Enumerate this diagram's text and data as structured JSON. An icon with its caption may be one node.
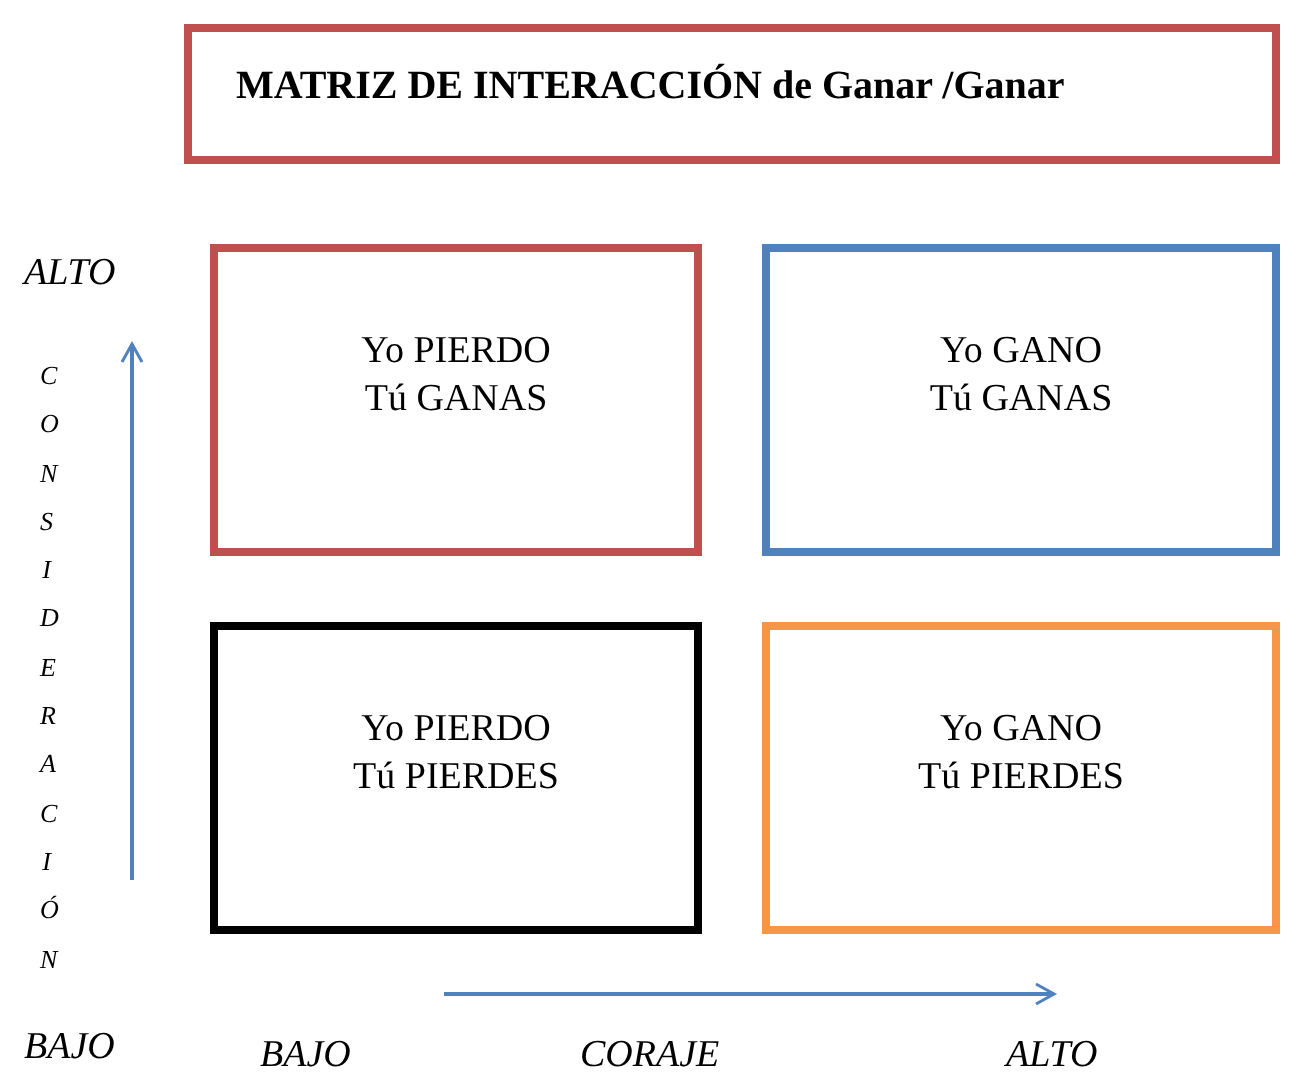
{
  "diagram": {
    "nodes": [
      {
        "text": [
          "MATRIZ DE INTERACCIÓN de Ganar /Ganar"
        ]
      },
      {
        "text": [
          "Yo PIERDO Tú GANAS"
        ]
      },
      {
        "text": [
          "Yo GANO Tú GANAS"
        ]
      },
      {
        "text": [
          "Yo PIERDO Tú PIERDES"
        ]
      },
      {
        "text": [
          "Yo GANO Tú PIERDES"
        ]
      }
    ],
    "labels": [
      "ALTO",
      "CONSIDERACIÓN",
      "BAJO",
      "BAJO",
      "CORAJE",
      "ALTO"
    ]
  }
}
